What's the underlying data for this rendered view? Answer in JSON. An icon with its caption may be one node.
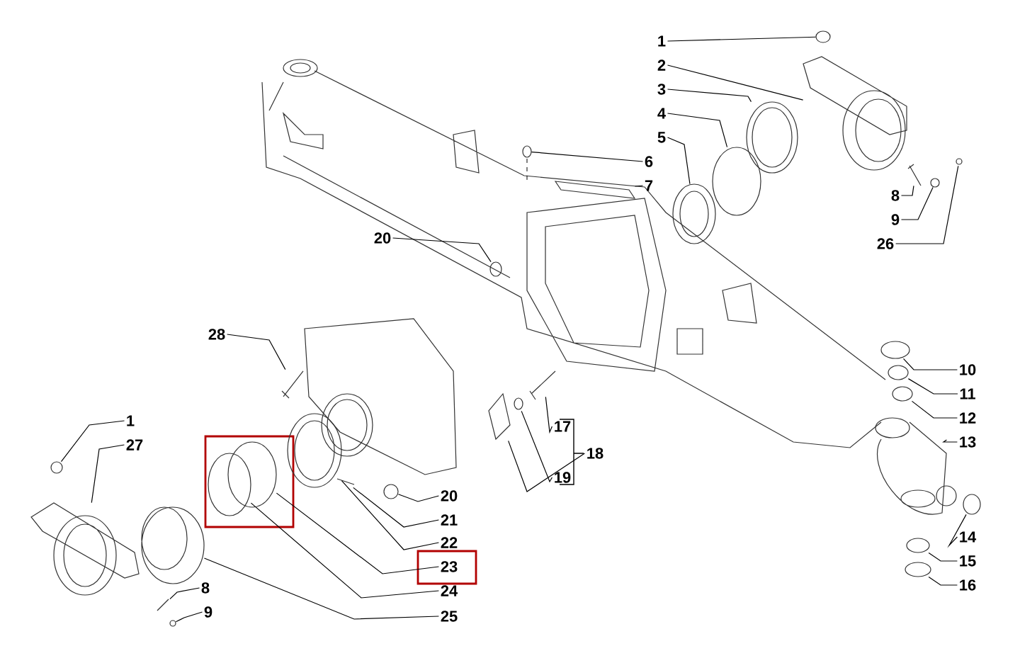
{
  "diagram": {
    "nodes": [
      {
        "text": [
          "1"
        ]
      },
      {
        "text": [
          "2"
        ]
      },
      {
        "text": [
          "3"
        ]
      },
      {
        "text": [
          "4"
        ]
      },
      {
        "text": [
          "5"
        ]
      },
      {
        "text": [
          "6"
        ]
      },
      {
        "text": [
          "7"
        ]
      },
      {
        "text": [
          "8"
        ]
      },
      {
        "text": [
          "9"
        ]
      },
      {
        "text": [
          "26"
        ]
      },
      {
        "text": [
          "20"
        ]
      },
      {
        "text": [
          "28"
        ]
      },
      {
        "text": [
          "10"
        ]
      },
      {
        "text": [
          "11"
        ]
      },
      {
        "text": [
          "12"
        ]
      },
      {
        "text": [
          "13"
        ]
      },
      {
        "text": [
          "17"
        ]
      },
      {
        "text": [
          "18"
        ]
      },
      {
        "text": [
          "19"
        ]
      },
      {
        "text": [
          "1"
        ]
      },
      {
        "text": [
          "27"
        ]
      },
      {
        "text": [
          "20"
        ]
      },
      {
        "text": [
          "21"
        ]
      },
      {
        "text": [
          "22"
        ]
      },
      {
        "text": [
          "23"
        ]
      },
      {
        "text": [
          "24"
        ]
      },
      {
        "text": [
          "25"
        ]
      },
      {
        "text": [
          "14"
        ]
      },
      {
        "text": [
          "15"
        ]
      },
      {
        "text": [
          "16"
        ]
      },
      {
        "text": [
          "8"
        ]
      },
      {
        "text": [
          "9"
        ]
      },
      {
        "text": [],
        "shape": "circle"
      },
      {
        "text": [],
        "shape": "picture"
      },
      {
        "text": [],
        "shape": "picture"
      },
      {
        "text": [],
        "shape": "circle"
      },
      {
        "text": [],
        "shape": "picture"
      },
      {
        "text": [],
        "shape": "picture"
      },
      {
        "text": [],
        "shape": "picture"
      },
      {
        "text": [],
        "shape": "picture"
      },
      {
        "text": [],
        "shape": "picture"
      },
      {
        "text": [],
        "shape": "picture"
      },
      {
        "text": [],
        "shape": "circle"
      },
      {
        "text": [],
        "shape": "picture"
      },
      {
        "text": [],
        "shape": "circle"
      },
      {
        "text": [],
        "shape": "circle"
      },
      {
        "text": [],
        "shape": "circle"
      },
      {
        "text": [],
        "shape": "picture"
      },
      {
        "text": [],
        "shape": "picture"
      },
      {
        "text": [],
        "shape": "picture"
      },
      {
        "text": [],
        "shape": "picture"
      },
      {
        "text": [],
        "shape": "circle"
      },
      {
        "text": [],
        "shape": "picture"
      },
      {
        "text": [],
        "shape": "circle"
      },
      {
        "text": [],
        "shape": "picture"
      },
      {
        "text": [],
        "shape": "picture"
      },
      {
        "text": [],
        "shape": "circle"
      },
      {
        "text": [],
        "shape": "circle"
      },
      {
        "text": [],
        "shape": "picture"
      },
      {
        "text": [],
        "shape": "circle"
      },
      {
        "text": [],
        "shape": "circle"
      },
      {
        "text": [],
        "shape": "circle"
      },
      {
        "text": [],
        "shape": "picture"
      },
      {
        "text": [],
        "shape": "picture"
      }
    ],
    "edges": [
      {
        "from": 0,
        "to": 32,
        "arrow": "none"
      },
      {
        "from": 1,
        "to": 33,
        "arrow": "none"
      },
      {
        "from": 2,
        "to": 34,
        "arrow": "none"
      },
      {
        "from": 3,
        "to": 35,
        "arrow": "none"
      },
      {
        "from": 4,
        "to": 36,
        "arrow": "none"
      },
      {
        "from": 5,
        "to": 37,
        "arrow": "none"
      },
      {
        "from": 6,
        "to": 38,
        "arrow": "none"
      },
      {
        "from": 7,
        "to": 39,
        "arrow": "none"
      },
      {
        "from": 8,
        "to": 40,
        "arrow": "none"
      },
      {
        "from": 9,
        "to": 41,
        "arrow": "none"
      },
      {
        "from": 10,
        "to": 42,
        "arrow": "none"
      },
      {
        "from": 11,
        "to": 43,
        "arrow": "none"
      },
      {
        "from": 12,
        "to": 44,
        "arrow": "none"
      },
      {
        "from": 13,
        "to": 45,
        "arrow": "none"
      },
      {
        "from": 14,
        "to": 46,
        "arrow": "none"
      },
      {
        "from": 15,
        "to": 47,
        "arrow": "none"
      },
      {
        "from": 16,
        "to": 48,
        "arrow": "none"
      },
      {
        "from": 17,
        "to": 49,
        "arrow": "none"
      },
      {
        "from": 18,
        "to": 50,
        "arrow": "none"
      },
      {
        "from": 19,
        "to": 51,
        "arrow": "none"
      },
      {
        "from": 20,
        "to": 52,
        "arrow": "none"
      },
      {
        "from": 21,
        "to": 53,
        "arrow": "none"
      },
      {
        "from": 22,
        "to": 54,
        "arrow": "none"
      },
      {
        "from": 23,
        "to": 55,
        "arrow": "none"
      },
      {
        "from": 24,
        "to": 56,
        "arrow": "none"
      },
      {
        "from": 25,
        "to": 57,
        "arrow": "none"
      },
      {
        "from": 26,
        "to": 58,
        "arrow": "none"
      },
      {
        "from": 27,
        "to": 59,
        "arrow": "none"
      },
      {
        "from": 28,
        "to": 60,
        "arrow": "none"
      },
      {
        "from": 29,
        "to": 61,
        "arrow": "none"
      },
      {
        "from": 30,
        "to": 62,
        "arrow": "none"
      },
      {
        "from": 31,
        "to": 63,
        "arrow": "none"
      }
    ]
  }
}
